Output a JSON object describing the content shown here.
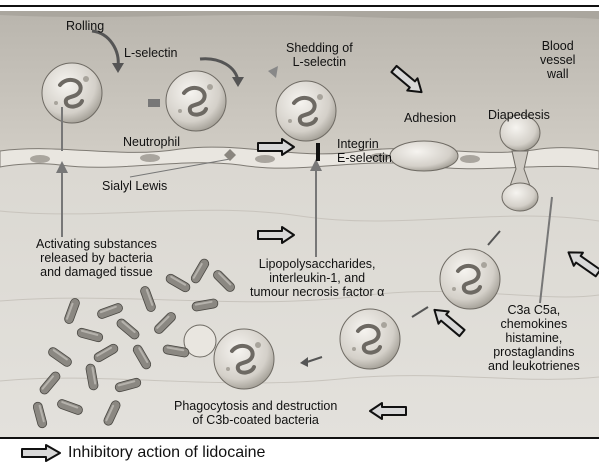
{
  "labels": {
    "rolling": "Rolling",
    "l_selectin": "L-selectin",
    "shedding": "Shedding of\nL-selectin",
    "blood_vessel_wall": "Blood\nvessel\nwall",
    "adhesion": "Adhesion",
    "diapedesis": "Diapedesis",
    "neutrophil": "Neutrophil",
    "integrin": "Integrin\nE-selectin",
    "sialyl_lewis": "Sialyl Lewis",
    "activating": "Activating substances\nreleased by bacteria\nand damaged tissue",
    "lps": "Lipopolysaccharides,\ninterleukin-1, and\ntumour necrosis factor α",
    "complement": "C3a C5a,\nchemokines\nhistamine,\nprostaglandins\nand leukotrienes",
    "phagocytosis": "Phagocytosis and destruction\nof C3b-coated bacteria"
  },
  "legend": {
    "label": "Inhibitory action of lidocaine",
    "icon": "thick-arrow-icon"
  },
  "colors": {
    "vessel_background": "#c9c5bd",
    "tissue_background": "#dcdad4",
    "cell_fill": "#e6e3dd",
    "cell_nucleus": "#8d8982",
    "bacteria_fill": "#8b8882",
    "arrow_fill": "#d8d8d8",
    "arrow_stroke": "#111111"
  }
}
